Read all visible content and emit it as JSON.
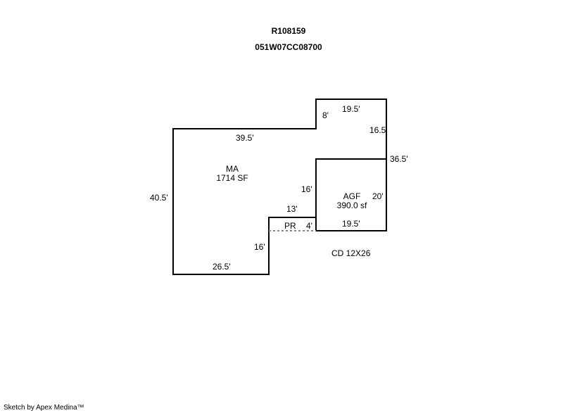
{
  "header": {
    "parcel_id": "R108159",
    "map_number": "051W07CC08700"
  },
  "areas": {
    "ma": {
      "code": "MA",
      "size": "1714 SF"
    },
    "agf": {
      "code": "AGF",
      "size": "390.0 sf"
    },
    "pr": {
      "code": "PR"
    },
    "cd": {
      "label": "CD 12X26"
    }
  },
  "dimensions": {
    "ma_top": "39.5'",
    "bump_left": "8'",
    "bump_top": "19.5'",
    "right_upper": "16.5",
    "right_total": "36.5'",
    "agf_left": "16'",
    "agf_right": "20'",
    "agf_bottom": "19.5'",
    "pr_top": "13'",
    "pr_right": "4'",
    "ma_inner_left": "16'",
    "ma_bottom": "26.5'",
    "ma_left": "40.5'"
  },
  "footer": {
    "credit": "Sketch by Apex Medina™"
  }
}
